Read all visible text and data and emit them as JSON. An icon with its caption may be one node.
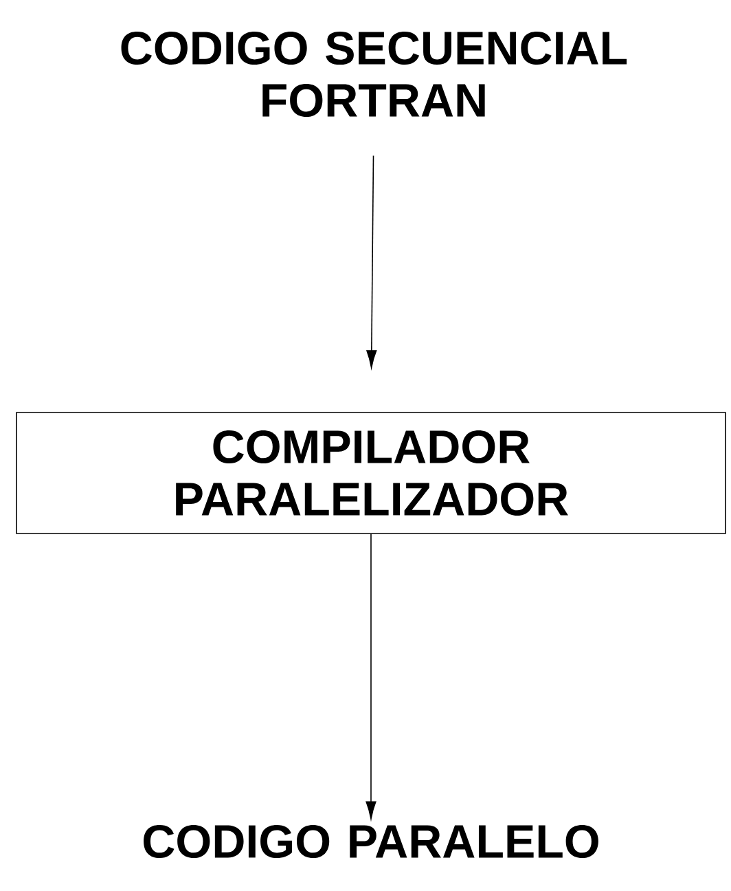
{
  "diagram": {
    "nodes": [
      {
        "text": [
          "CODIGO SECUENCIAL FORTRAN"
        ]
      },
      {
        "text": [
          "COMPILADOR PARALELIZADOR"
        ]
      },
      {
        "text": [
          "CODIGO PARALELO"
        ]
      }
    ],
    "edges": [
      {
        "from": 0,
        "to": 1,
        "arrow": "to"
      },
      {
        "from": 1,
        "to": 2,
        "arrow": "to"
      }
    ]
  }
}
